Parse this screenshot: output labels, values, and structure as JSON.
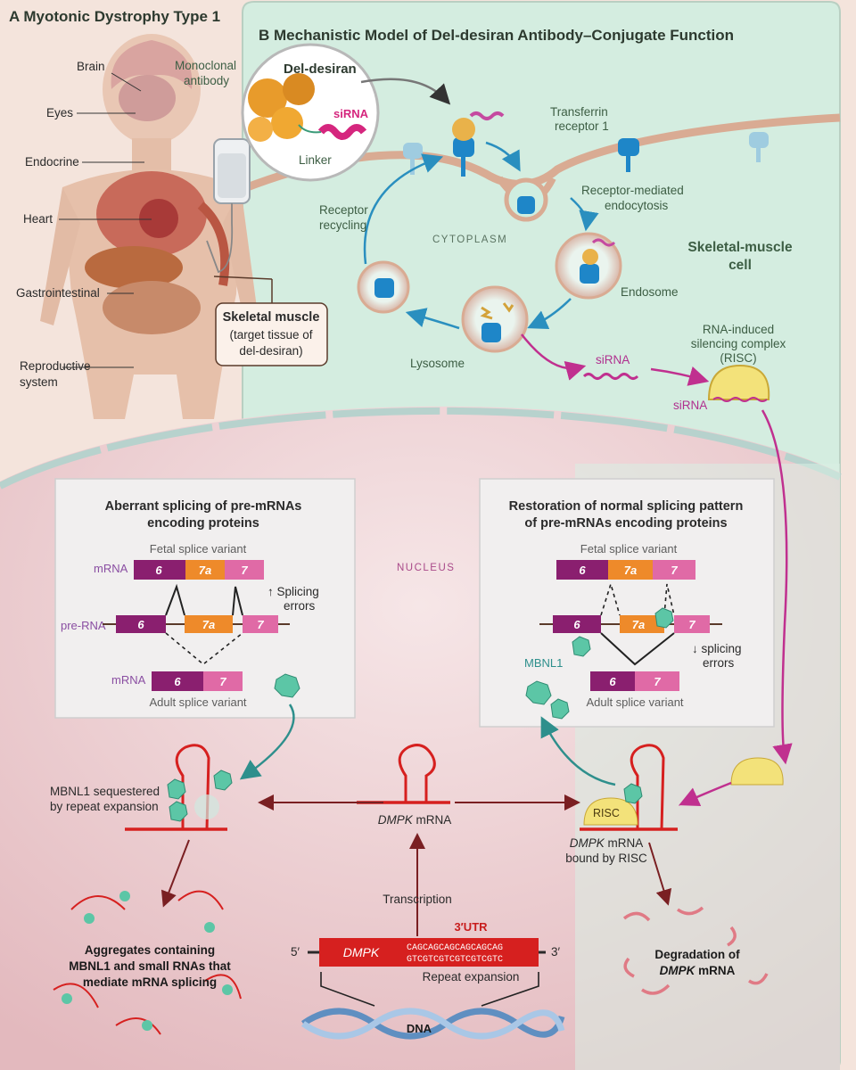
{
  "panel_a": {
    "title": "A   Myotonic Dystrophy Type 1",
    "organs": [
      "Brain",
      "Eyes",
      "Endocrine",
      "Heart",
      "Gastrointestinal",
      "Reproductive",
      "system"
    ],
    "callout": [
      "Skeletal muscle",
      "(target tissue of",
      "del-desiran)"
    ]
  },
  "panel_b": {
    "title": "B   Mechanistic Model of Del-desiran Antibody–Conjugate Function",
    "drug_name": "Del-desiran",
    "monoclonal": [
      "Monoclonal",
      "antibody"
    ],
    "sirna": "siRNA",
    "linker": "Linker",
    "tfr": [
      "Transferrin",
      "receptor 1"
    ],
    "endocytosis": [
      "Receptor-mediated",
      "endocytosis"
    ],
    "recycling": [
      "Receptor",
      "recycling"
    ],
    "cytoplasm": "CYTOPLASM",
    "cell": [
      "Skeletal-muscle",
      "cell"
    ],
    "endosome": "Endosome",
    "lysosome": "Lysosome",
    "risc_label": [
      "RNA-induced",
      "silencing complex",
      "(RISC)"
    ],
    "sirna_free": "siRNA",
    "sirna_risc": "siRNA"
  },
  "nucleus": {
    "label": "NUCLEUS",
    "left_box": {
      "title": [
        "Aberrant splicing of pre-mRNAs",
        "encoding proteins"
      ],
      "fetal": "Fetal splice variant",
      "mrna": "mRNA",
      "prerna": "pre-RNA",
      "mrna2": "mRNA",
      "adult": "Adult splice variant",
      "errors": [
        "↑ Splicing",
        "errors"
      ],
      "exons": [
        "6",
        "7a",
        "7"
      ]
    },
    "right_box": {
      "title": [
        "Restoration of normal splicing pattern",
        "of pre-mRNAs encoding proteins"
      ],
      "fetal": "Fetal splice variant",
      "adult": "Adult splice variant",
      "errors": [
        "↓ splicing",
        "errors"
      ],
      "mbnl1": "MBNL1",
      "exons": [
        "6",
        "7a",
        "7"
      ]
    },
    "sequestered": [
      "MBNL1 sequestered",
      "by repeat expansion"
    ],
    "dmpk_mrna": [
      "DMPK",
      " mRNA"
    ],
    "dmpk_bound": [
      "DMPK",
      " mRNA",
      "bound by RISC"
    ],
    "risc": "RISC",
    "transcription": "Transcription",
    "utr": "3′UTR",
    "gene": "DMPK",
    "seq_top": "CAGCAGCAGCAGCAGCAG",
    "seq_bot": "GTCGTCGTCGTCGTCGTC",
    "repeat": "Repeat expansion",
    "five": "5′",
    "three": "3′",
    "dna": "DNA",
    "aggregates": [
      "Aggregates containing",
      "MBNL1 and small RNAs that",
      "mediate mRNA splicing"
    ],
    "degradation": [
      "Degradation of",
      "DMPK",
      " mRNA"
    ]
  },
  "colors": {
    "cell_green": "#d6eee2",
    "nucleus_pink": "#eed0d3",
    "exon6": "#8a1f6f",
    "exon7a": "#ee8a2a",
    "exon7": "#e06aa6",
    "receptor": "#1e86c8",
    "mbnl1": "#5cc6a6",
    "risc": "#f3e27a",
    "dmpk_red": "#d6201f"
  }
}
